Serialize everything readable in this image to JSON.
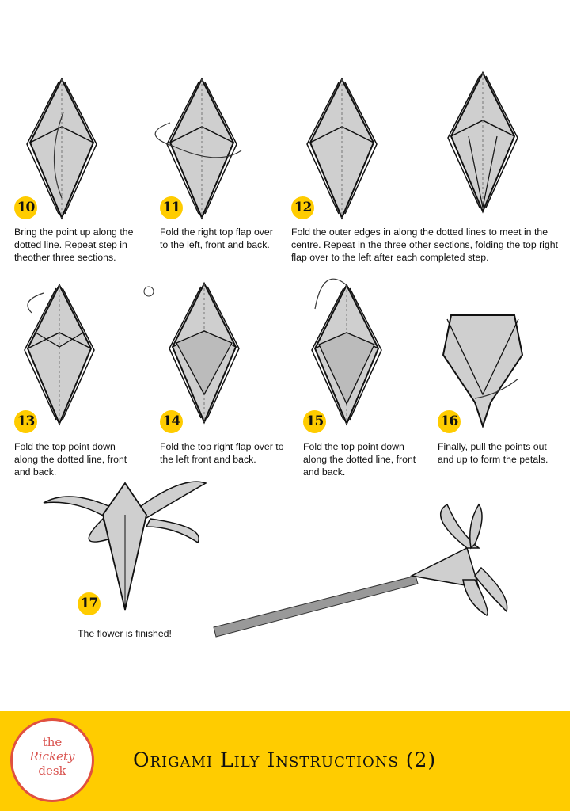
{
  "steps": [
    {
      "number": "10",
      "text": "Bring the point up along the dotted line. Repeat step in theother three sections."
    },
    {
      "number": "11",
      "text": "Fold the right top flap over to the left, front and back."
    },
    {
      "number": "12",
      "text": "Fold the outer edges in along the dotted lines to meet in the centre. Repeat in the three other sections, folding the top right flap over to the left after each completed step."
    },
    {
      "number": "13",
      "text": "Fold the top point down along the dotted line, front and back."
    },
    {
      "number": "14",
      "text": "Fold the top right flap over to the left front and back."
    },
    {
      "number": "15",
      "text": "Fold the top point down along the dotted line, front and back."
    },
    {
      "number": "16",
      "text": "Finally, pull the points out and up to form the petals."
    },
    {
      "number": "17",
      "text": "The flower is finished!"
    }
  ],
  "footer": {
    "title": "Origami Lily Instructions (2)",
    "logo": {
      "line1": "the",
      "line2": "Rickety",
      "line3": "desk"
    }
  },
  "colors": {
    "accent": "#FFCC00",
    "logo_ring": "#E05040",
    "paper": "#C8C8C8"
  }
}
